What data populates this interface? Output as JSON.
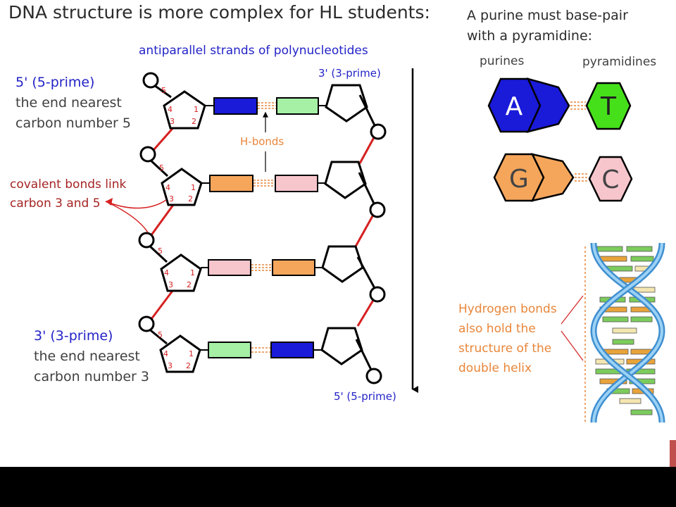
{
  "title": "DNA structure is more complex for HL students:",
  "antiparallel_label": "antiparallel strands of polynucleotides",
  "left_top": {
    "prime": "5' (5-prime)",
    "line1": "the end nearest",
    "line2": "carbon number 5"
  },
  "left_bottom": {
    "prime": "3' (3-prime)",
    "line1": "the end nearest",
    "line2": "carbon number 3"
  },
  "covalent": {
    "line1": "covalent bonds link",
    "line2": "carbon 3 and 5"
  },
  "hbonds_label": "H-bonds",
  "right_strand_top": "3' (3-prime)",
  "right_strand_bottom": "5' (5-prime)",
  "carbon_numbers": {
    "c1": "1",
    "c2": "2",
    "c3": "3",
    "c4": "4",
    "c5": "5"
  },
  "base_pair_rule": {
    "line1": "A purine must base-pair",
    "line2": "with a pyramidine:"
  },
  "purines_label": "purines",
  "pyramidines_label": "pyramidines",
  "bases": {
    "a": "A",
    "t": "T",
    "g": "G",
    "c": "C"
  },
  "hydrogen_note": {
    "line1": "Hydrogen bonds",
    "line2": "also hold the",
    "line3": "structure of the",
    "line4": "double helix"
  },
  "colors": {
    "adenine": "#1a1ad9",
    "thymine": "#a6f0a6",
    "guanine": "#f5a65b",
    "cytosine": "#f7c6cc",
    "bond_red": "#d62020",
    "hbond_orange": "#e8863a",
    "thymine_hex": "#46e01a",
    "cytosine_hex": "#f7c6cc"
  }
}
